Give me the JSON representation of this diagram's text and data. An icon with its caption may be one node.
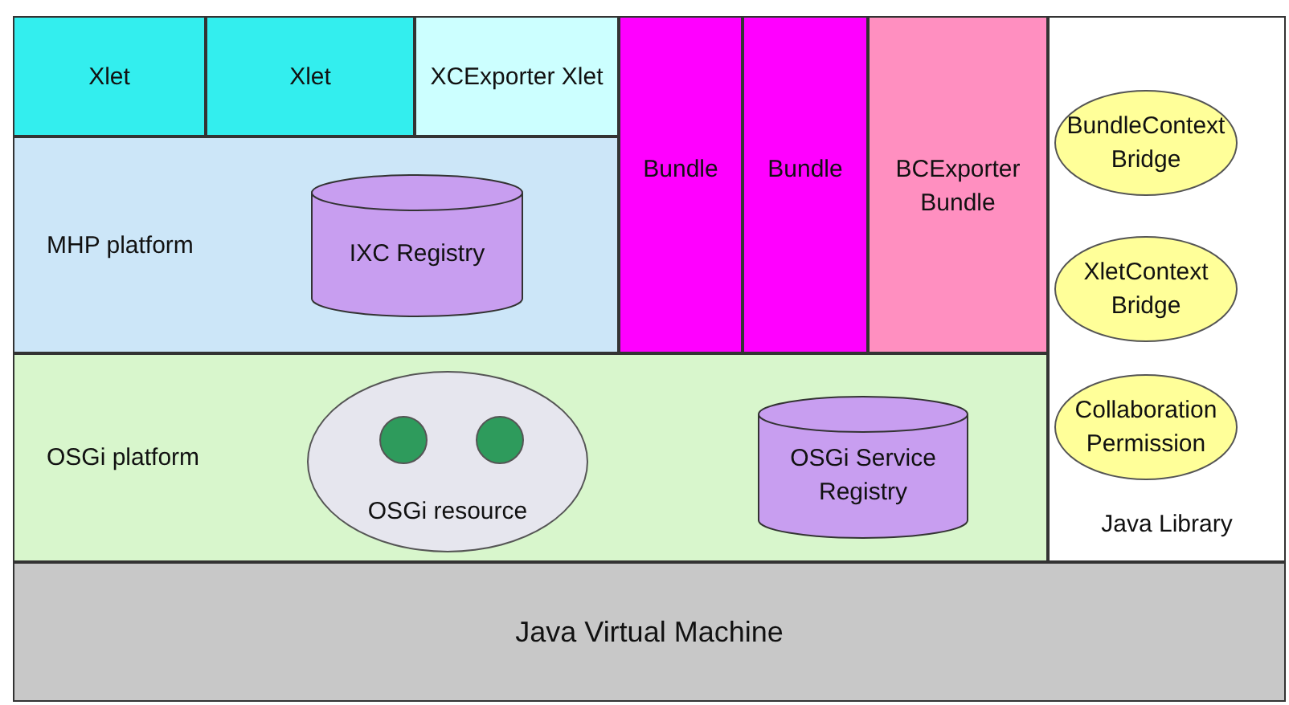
{
  "diagram": {
    "nodes": [
      {
        "text": [
          "Xlet"
        ]
      },
      {
        "text": [
          "Xlet"
        ]
      },
      {
        "text": [
          "XCExporter Xlet"
        ]
      },
      {
        "text": [
          "Bundle"
        ]
      },
      {
        "text": [
          "Bundle"
        ]
      },
      {
        "text": [
          "BCExporter Bundle"
        ]
      },
      {
        "text": [
          "Java Library"
        ]
      },
      {
        "text": [
          "BundleContext Bridge"
        ],
        "in": 6
      },
      {
        "text": [
          "XletContext Bridge"
        ],
        "in": 6
      },
      {
        "text": [
          "Collaboration Permission"
        ],
        "in": 6
      },
      {
        "text": [
          "MHP platform"
        ]
      },
      {
        "text": [
          "IXC Registry"
        ],
        "in": 10
      },
      {
        "text": [
          "OSGi platform"
        ]
      },
      {
        "text": [
          "OSGi resource"
        ],
        "in": 12
      },
      {
        "text": [],
        "shape": "circle",
        "in": 13
      },
      {
        "text": [],
        "shape": "circle",
        "in": 13
      },
      {
        "text": [
          "OSGi Service Registry"
        ],
        "in": 12
      },
      {
        "text": [
          "Java Virtual Machine"
        ]
      }
    ]
  }
}
